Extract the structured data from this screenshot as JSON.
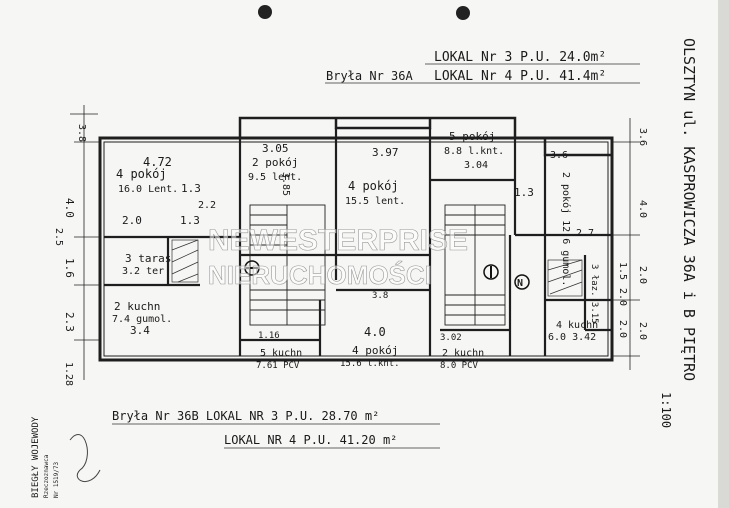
{
  "header": {
    "lokal3": "LOKAL Nr 3 P.U. 24.0m²",
    "bryla_a": "Bryła Nr 36A",
    "lokal4": "LOKAL Nr 4 P.U. 41.4m²"
  },
  "dims": {
    "left": [
      "3.8",
      "4.0",
      "2.5",
      "1.6",
      "2.3",
      "1.28"
    ],
    "right": [
      "3.6",
      "4.0",
      "2.0",
      "2.0",
      "1.5",
      "2.0",
      "2.0"
    ]
  },
  "rooms": {
    "r1": {
      "w": "4.72",
      "name": "4 pokój",
      "area": "16.0 Lent.",
      "d1": "1.3",
      "d2": "2.2",
      "d3": "2.0",
      "d4": "1.3"
    },
    "r2": {
      "name": "3 taras",
      "area": "3.2 ter"
    },
    "r3": {
      "name": "2 kuchn",
      "area": "7.4 gumol.",
      "w": "3.4"
    },
    "r4": {
      "w": "3.05",
      "name": "2 pokój",
      "area": "9.5 lent.",
      "d1": "3.85"
    },
    "r5": {
      "w": "3.97",
      "name": "4 pokój",
      "area": "15.5 lent."
    },
    "r6": {
      "name": "5 pokój",
      "area": "8.8 l.knt.",
      "w": "3.04"
    },
    "r7": {
      "w": "3.6",
      "d": "1.3",
      "name": "2 pokój 12.6 gumol.",
      "d2": "2.7"
    },
    "r8": {
      "name": "3 łaz. 3.15"
    },
    "r9": {
      "name": "5 kuchn",
      "area": "7.61 PCV"
    },
    "r10": {
      "w": "4.0",
      "name": "4 pokój",
      "area": "15.6 l.knt."
    },
    "r11": {
      "name": "2 kuchn",
      "area": "8.0 PCV"
    },
    "r12": {
      "name": "4 kuchn",
      "area": "6.0 3.42"
    },
    "misc": {
      "m1": "3.8",
      "m2": "1.16",
      "m3": "3.02"
    }
  },
  "footer": {
    "line1": "Bryła Nr 36B LOKAL NR 3 P.U. 28.70 m²",
    "line2": "LOKAL NR 4 P.U. 41.20 m²"
  },
  "address": {
    "text": "OLSZTYN ul. KASPROWICZA 36A i B PIĘTRO",
    "scale": "1:100"
  },
  "stamp": {
    "l1": "BIEGŁY WOJEWODY",
    "l2": "Rzeczoznawca",
    "l3": "Nr 1519/73"
  },
  "watermark": {
    "l1": "NEWESTERPRISE",
    "l2": "NIERUCHOMOŚCI"
  }
}
